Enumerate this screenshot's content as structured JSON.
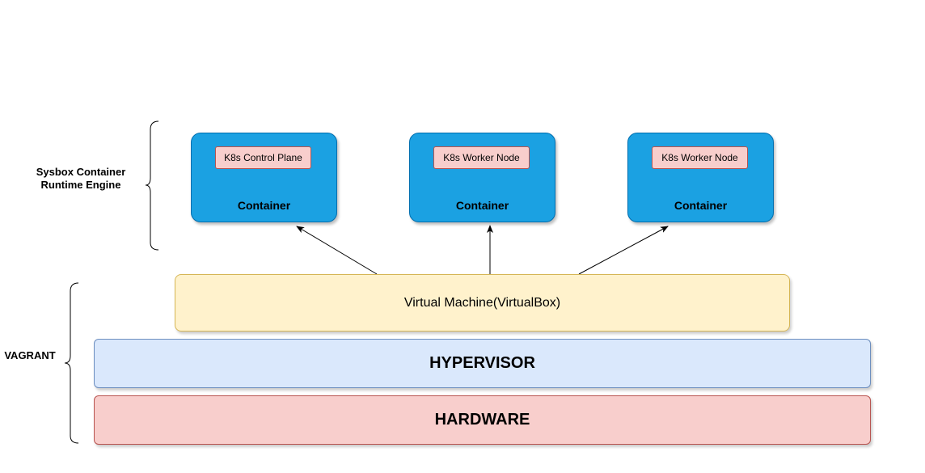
{
  "groups": {
    "sysbox_label": "Sysbox Container Runtime Engine",
    "vagrant_label": "VAGRANT"
  },
  "containers": [
    {
      "node": "K8s Control Plane",
      "title": "Container"
    },
    {
      "node": "K8s Worker Node",
      "title": "Container"
    },
    {
      "node": "K8s Worker Node",
      "title": "Container"
    }
  ],
  "layers": {
    "vm": "Virtual Machine(VirtualBox)",
    "hypervisor": "HYPERVISOR",
    "hardware": "HARDWARE"
  },
  "colors": {
    "container_fill": "#1ba1e2",
    "node_fill": "#f8cecc",
    "vm_fill": "#fff2cc",
    "hypervisor_fill": "#dae8fc",
    "hardware_fill": "#f8cecc"
  }
}
